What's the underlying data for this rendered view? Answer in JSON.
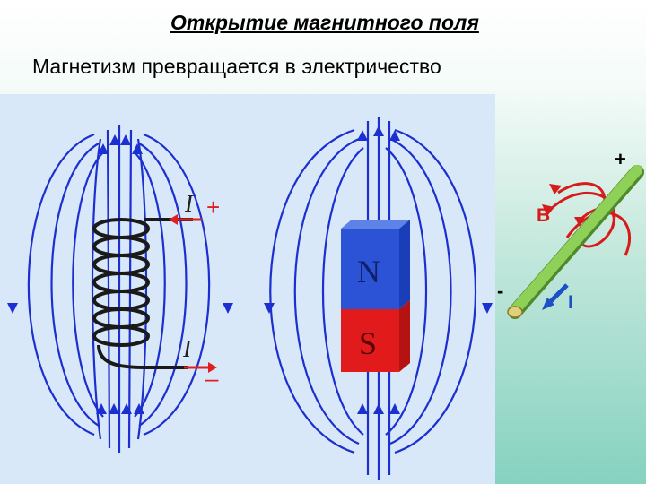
{
  "slide": {
    "title": "Открытие магнитного поля",
    "subtitle": "Магнетизм превращается в электричество"
  },
  "coil": {
    "current_top": "I",
    "current_bottom": "I",
    "terminal_top": "+",
    "terminal_bottom": "–"
  },
  "magnet": {
    "north": "N",
    "south": "S"
  },
  "wire": {
    "plus": "+",
    "minus": "-",
    "field": "B",
    "current": "I"
  },
  "colors": {
    "field_lines": "#1c2fd0",
    "north": "#2c53d6",
    "south": "#e11b1b",
    "arrow": "#e02020",
    "wire": "#8fd158",
    "label_blue": "#1d4fc7",
    "label_red": "#d71b1b"
  }
}
